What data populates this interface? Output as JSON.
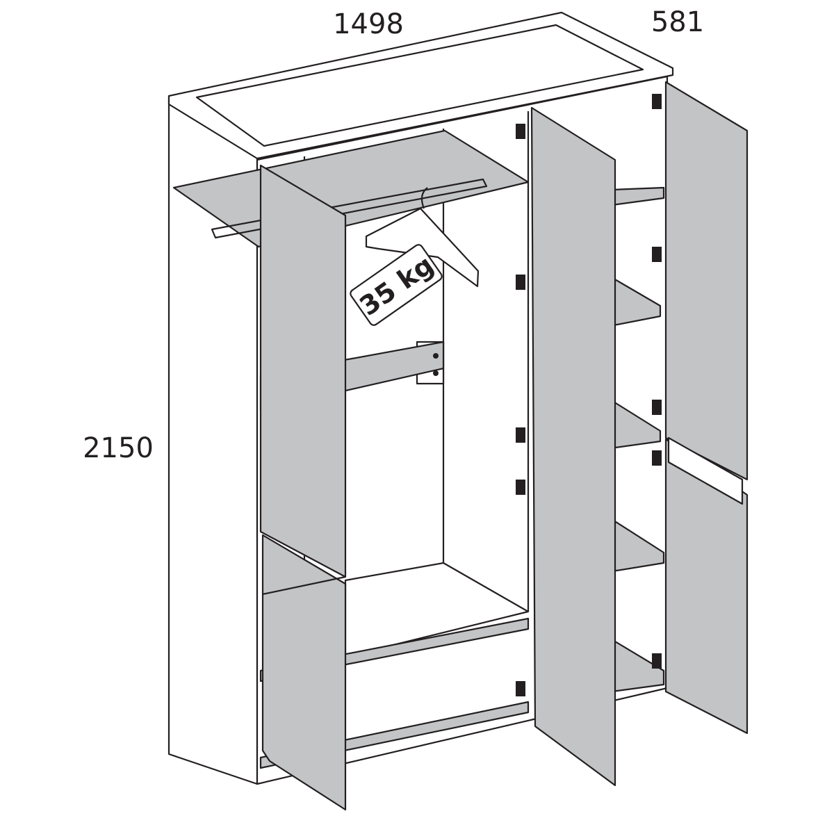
{
  "dimensions": {
    "width": "1498",
    "depth": "581",
    "height": "2150"
  },
  "load_tag": "35 kg",
  "colors": {
    "line": "#231f20",
    "panel_fill": "#c2c4c6",
    "background": "#ffffff"
  }
}
